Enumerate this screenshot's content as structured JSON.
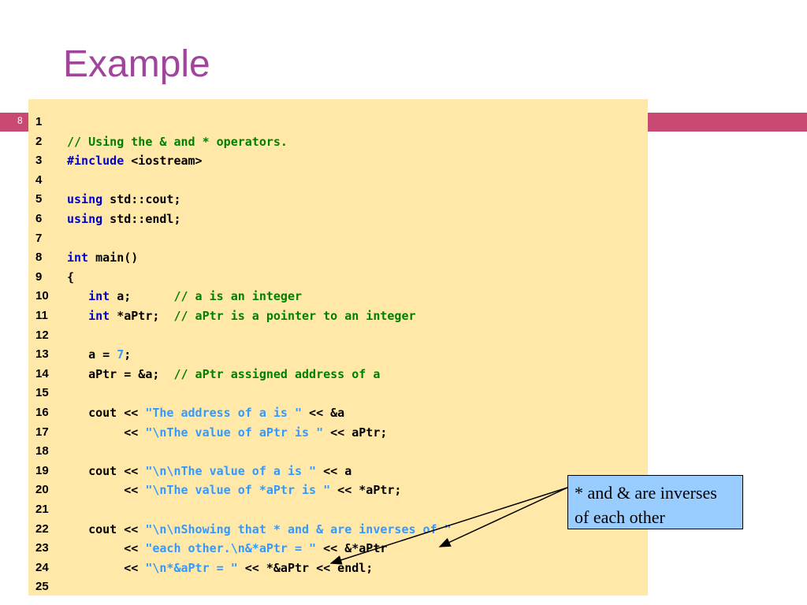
{
  "slide": {
    "title": "Example",
    "number": "8"
  },
  "code": {
    "lines": [
      {
        "n": "1",
        "t": []
      },
      {
        "n": "2",
        "t": [
          {
            "c": "cm",
            "s": "// Using the & and * operators."
          }
        ]
      },
      {
        "n": "3",
        "t": [
          {
            "c": "kw",
            "s": "#include"
          },
          {
            "c": "",
            "s": " <iostream>"
          }
        ]
      },
      {
        "n": "4",
        "t": []
      },
      {
        "n": "5",
        "t": [
          {
            "c": "kw",
            "s": "using"
          },
          {
            "c": "",
            "s": " std::cout;"
          }
        ]
      },
      {
        "n": "6",
        "t": [
          {
            "c": "kw",
            "s": "using"
          },
          {
            "c": "",
            "s": " std::endl;"
          }
        ]
      },
      {
        "n": "7",
        "t": []
      },
      {
        "n": "8",
        "t": [
          {
            "c": "kw",
            "s": "int"
          },
          {
            "c": "",
            "s": " main()"
          }
        ]
      },
      {
        "n": "9",
        "t": [
          {
            "c": "",
            "s": "{"
          }
        ]
      },
      {
        "n": "10",
        "t": [
          {
            "c": "",
            "s": "   "
          },
          {
            "c": "kw",
            "s": "int"
          },
          {
            "c": "",
            "s": " a;      "
          },
          {
            "c": "cm",
            "s": "// a is an integer"
          }
        ]
      },
      {
        "n": "11",
        "t": [
          {
            "c": "",
            "s": "   "
          },
          {
            "c": "kw",
            "s": "int"
          },
          {
            "c": "",
            "s": " *aPtr;  "
          },
          {
            "c": "cm",
            "s": "// aPtr is a pointer to an integer"
          }
        ]
      },
      {
        "n": "12",
        "t": []
      },
      {
        "n": "13",
        "t": [
          {
            "c": "",
            "s": "   a = "
          },
          {
            "c": "nm",
            "s": "7"
          },
          {
            "c": "",
            "s": ";"
          }
        ]
      },
      {
        "n": "14",
        "t": [
          {
            "c": "",
            "s": "   aPtr = &a;  "
          },
          {
            "c": "cm",
            "s": "// aPtr assigned address of a"
          }
        ]
      },
      {
        "n": "15",
        "t": []
      },
      {
        "n": "16",
        "t": [
          {
            "c": "",
            "s": "   cout << "
          },
          {
            "c": "st",
            "s": "\"The address of a is \""
          },
          {
            "c": "",
            "s": " << &a"
          }
        ]
      },
      {
        "n": "17",
        "t": [
          {
            "c": "",
            "s": "        << "
          },
          {
            "c": "st",
            "s": "\"\\nThe value of aPtr is \""
          },
          {
            "c": "",
            "s": " << aPtr;"
          }
        ]
      },
      {
        "n": "18",
        "t": []
      },
      {
        "n": "19",
        "t": [
          {
            "c": "",
            "s": "   cout << "
          },
          {
            "c": "st",
            "s": "\"\\n\\nThe value of a is \""
          },
          {
            "c": "",
            "s": " << a"
          }
        ]
      },
      {
        "n": "20",
        "t": [
          {
            "c": "",
            "s": "        << "
          },
          {
            "c": "st",
            "s": "\"\\nThe value of *aPtr is \""
          },
          {
            "c": "",
            "s": " << *aPtr;"
          }
        ]
      },
      {
        "n": "21",
        "t": []
      },
      {
        "n": "22",
        "t": [
          {
            "c": "",
            "s": "   cout << "
          },
          {
            "c": "st",
            "s": "\"\\n\\nShowing that * and & are inverses of \""
          }
        ]
      },
      {
        "n": "23",
        "t": [
          {
            "c": "",
            "s": "        << "
          },
          {
            "c": "st",
            "s": "\"each other.\\n&*aPtr = \""
          },
          {
            "c": "",
            "s": " << &*aPtr"
          }
        ]
      },
      {
        "n": "24",
        "t": [
          {
            "c": "",
            "s": "        << "
          },
          {
            "c": "st",
            "s": "\"\\n*&aPtr = \""
          },
          {
            "c": "",
            "s": " << *&aPtr << endl;"
          }
        ]
      },
      {
        "n": "25",
        "t": []
      }
    ]
  },
  "callout": {
    "text": "* and & are inverses of each other"
  },
  "colors": {
    "title": "#A0459B",
    "bar": "#C84A72",
    "code_bg": "#FFE8A8",
    "keyword": "#0000CC",
    "comment": "#008000",
    "string": "#3399FF",
    "callout_bg": "#99CCFF"
  }
}
